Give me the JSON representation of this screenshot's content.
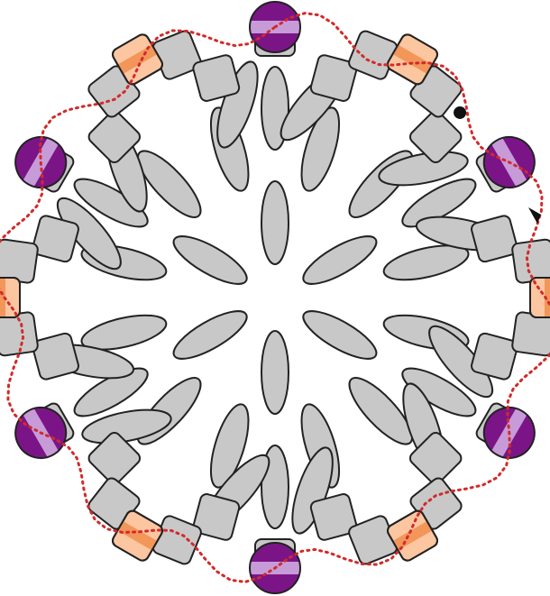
{
  "diagram": {
    "description_visible_text": "",
    "colors": {
      "background": "#ffffff",
      "gray_bead_fill": "#c8c8c8",
      "outline": "#222222",
      "orange_bead_fill": "#fcc6a0",
      "orange_bead_stripe": "#f2965a",
      "purple_bead_fill": "#7b1587",
      "purple_bead_stripe": "#c79bd8",
      "thread_color": "#d22a2a",
      "needle_color": "#111111"
    },
    "icons": [
      "start-point-dot",
      "needle-arrow-icon"
    ],
    "counts": {
      "rings": 3,
      "purple_beads": 6,
      "orange_beads": 6
    }
  }
}
